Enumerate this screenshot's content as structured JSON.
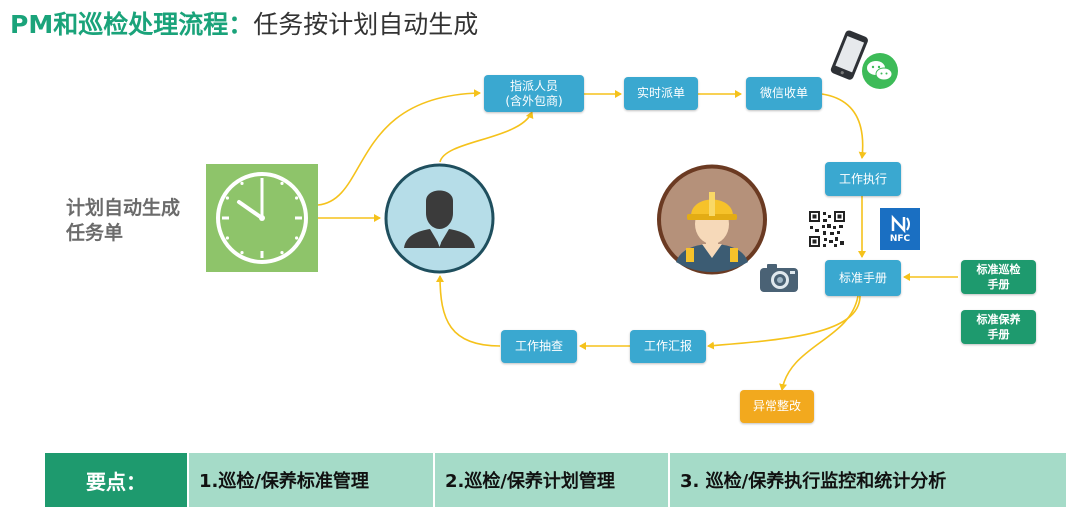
{
  "title": {
    "bold": "PM和巡检处理流程：",
    "rest": "任务按计划自动生成"
  },
  "plan_label_line1": "计划自动生成",
  "plan_label_line2": "任务单",
  "nodes": {
    "assign_line1": "指派人员",
    "assign_line2": "(含外包商)",
    "dispatch": "实时派单",
    "wechat": "微信收单",
    "execute": "工作执行",
    "manual": "标准手册",
    "report": "工作汇报",
    "spotcheck": "工作抽查",
    "exception": "异常整改",
    "std_inspect_line1": "标准巡检",
    "std_inspect_line2": "手册",
    "std_maint_line1": "标准保养",
    "std_maint_line2": "手册"
  },
  "nfc_text": "NFC",
  "bottom": {
    "label": "要点：",
    "items": [
      "1.巡检/保养标准管理",
      "2.巡检/保养计划管理",
      "3. 巡检/保养执行监控和统计分析"
    ]
  },
  "colors": {
    "node": "#3aa8d0",
    "green": "#1e9a6e",
    "orange": "#f2a91e",
    "line": "#f5c21b",
    "clock": "#8ec46a"
  },
  "icons": [
    "clock-icon",
    "person-silhouette-icon",
    "worker-helmet-icon",
    "phone-icon",
    "wechat-icon",
    "qr-code-icon",
    "nfc-icon",
    "camera-icon"
  ]
}
